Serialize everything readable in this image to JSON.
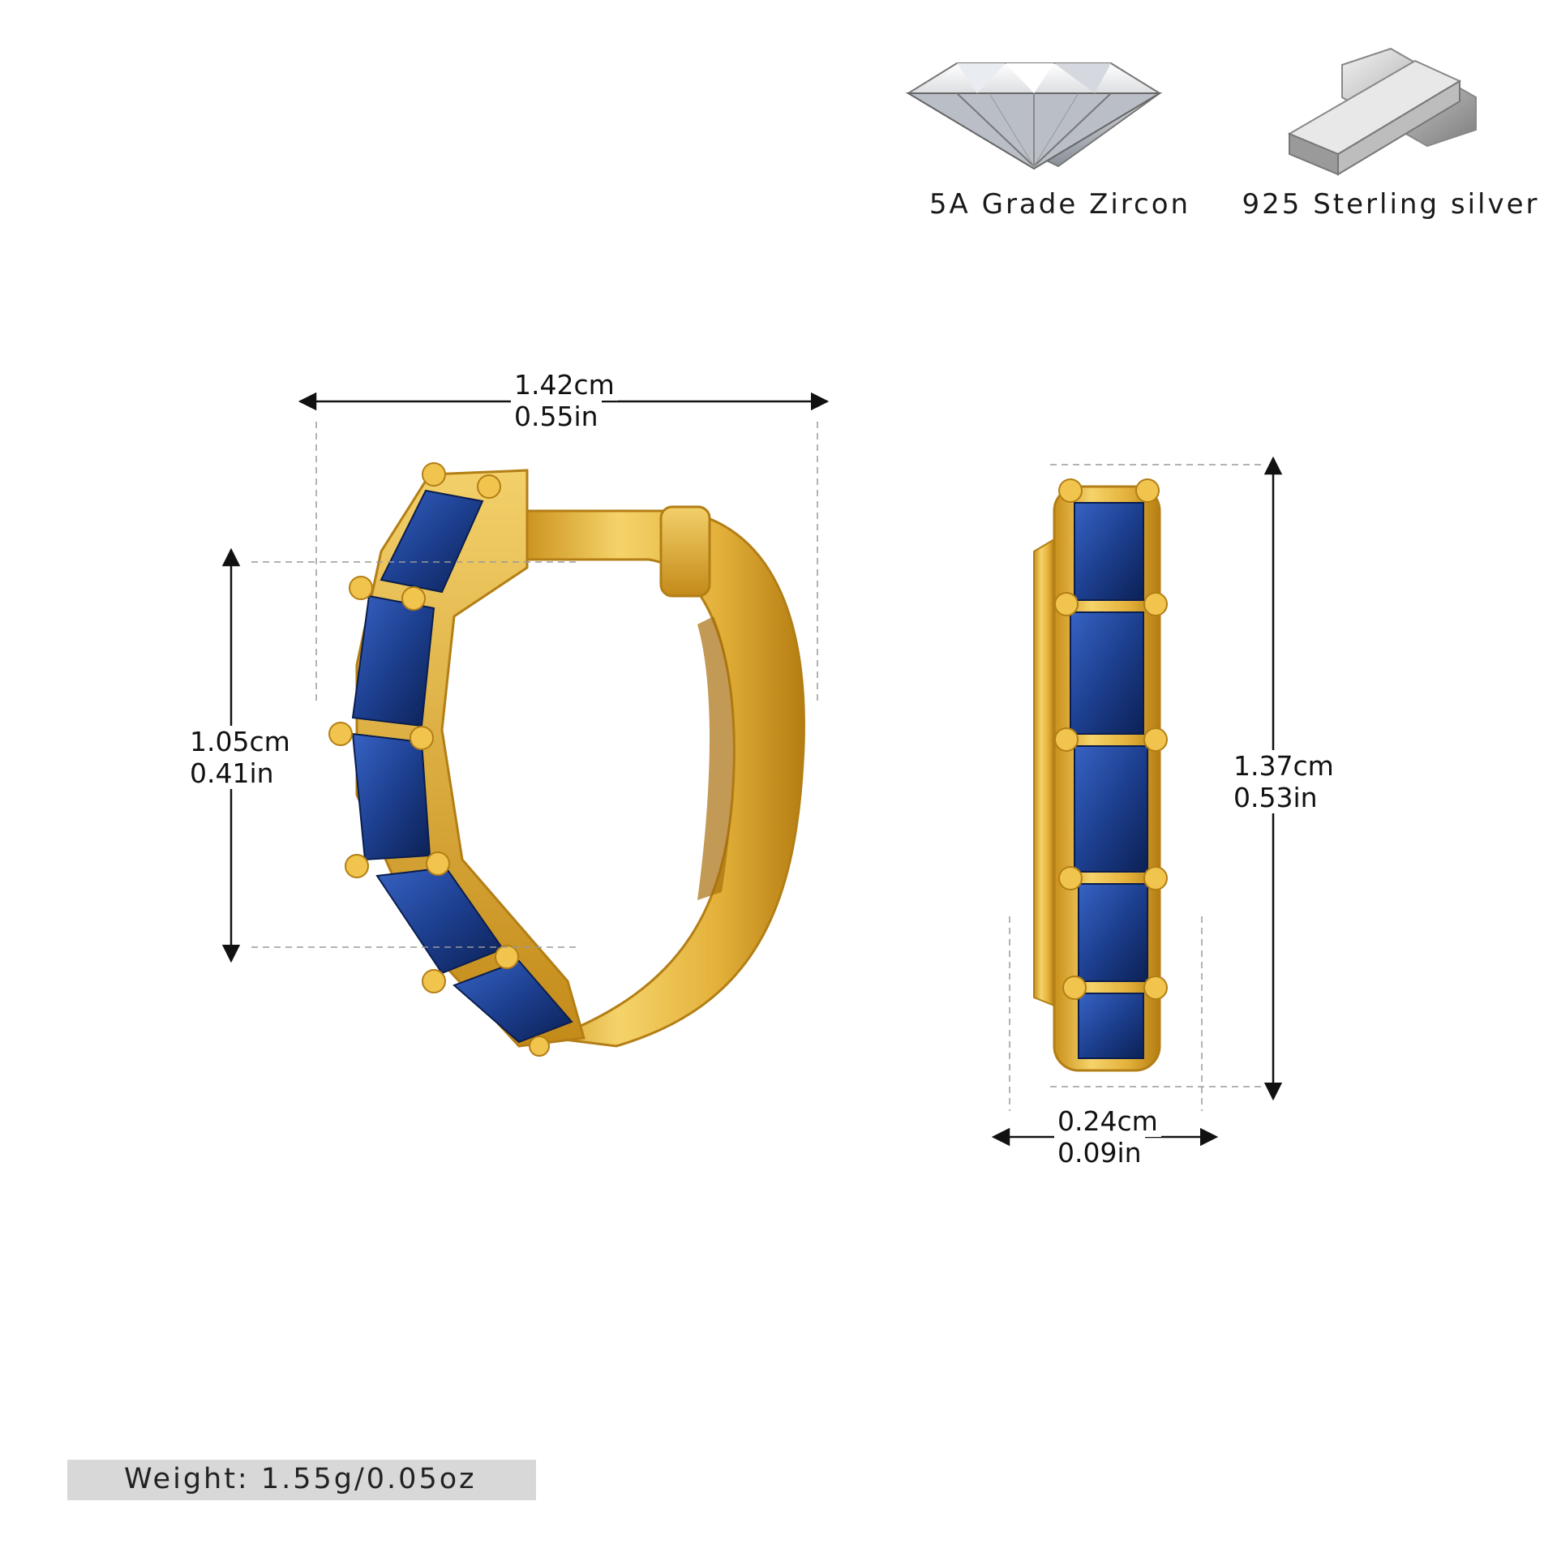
{
  "features": [
    {
      "label": "5A Grade Zircon",
      "icon": "diamond-icon"
    },
    {
      "label": "925 Sterling silver",
      "icon": "silver-bar-icon"
    }
  ],
  "dimensions": {
    "front_width": {
      "cm": "1.42cm",
      "in": "0.55in"
    },
    "front_height": {
      "cm": "1.05cm",
      "in": "0.41in"
    },
    "side_height": {
      "cm": "1.37cm",
      "in": "0.53in"
    },
    "side_width": {
      "cm": "0.24cm",
      "in": "0.09in"
    }
  },
  "weight": "Weight:  1.55g/0.05oz",
  "colors": {
    "gold": "#e8b937",
    "gold_dark": "#c9921c",
    "sapphire": "#1d3f8f",
    "sapphire_dark": "#0e2560",
    "silver": "#c4c4c4"
  }
}
